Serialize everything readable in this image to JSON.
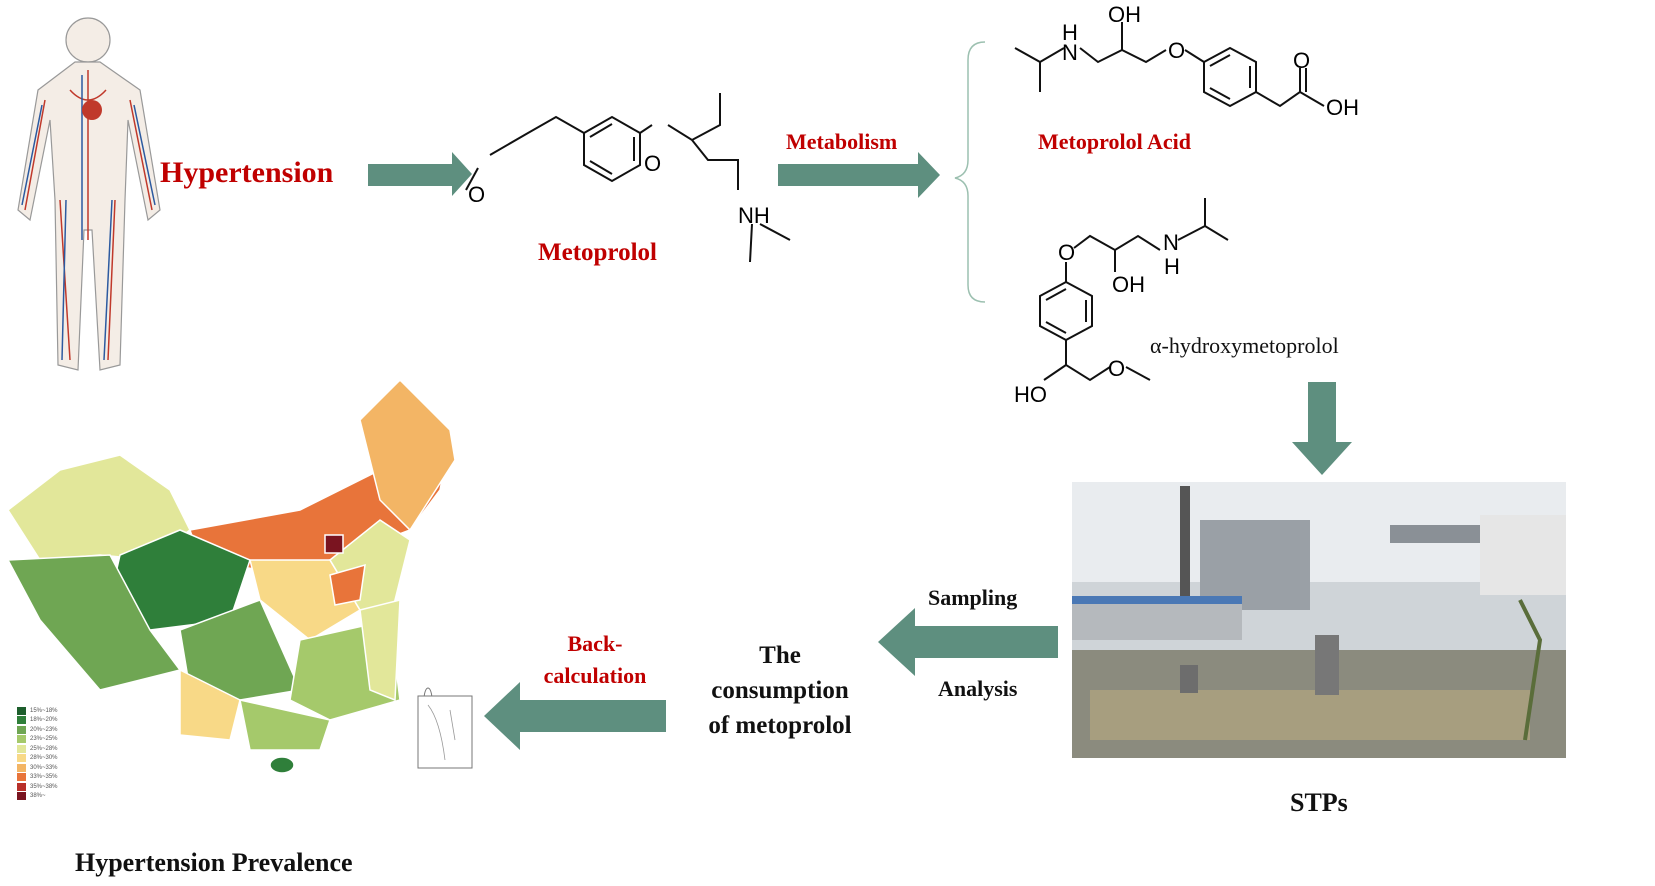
{
  "labels": {
    "hypertension": "Hypertension",
    "metoprolol": "Metoprolol",
    "metabolism": "Metabolism",
    "metoprolol_acid": "Metoprolol Acid",
    "alpha_hydroxy": "α-hydroxymetoprolol",
    "sampling": "Sampling",
    "analysis": "Analysis",
    "consumption": [
      "The",
      "consumption",
      "of metoprolol"
    ],
    "back_calculation": [
      "Back-",
      "calculation"
    ],
    "stps": "STPs",
    "prevalence": "Hypertension Prevalence"
  },
  "atoms": {
    "O": "O",
    "NH": "NH",
    "H": "H",
    "N": "N",
    "OH": "OH",
    "HO": "HO"
  },
  "legend": [
    {
      "label": "15%~18%",
      "color": "#1d5e2c"
    },
    {
      "label": "18%~20%",
      "color": "#2f7f3a"
    },
    {
      "label": "20%~23%",
      "color": "#6fa653"
    },
    {
      "label": "23%~25%",
      "color": "#a5c96b"
    },
    {
      "label": "25%~28%",
      "color": "#e2e79a"
    },
    {
      "label": "28%~30%",
      "color": "#f8d987"
    },
    {
      "label": "30%~33%",
      "color": "#f3b565"
    },
    {
      "label": "33%~35%",
      "color": "#e8743a"
    },
    {
      "label": "35%~38%",
      "color": "#b8302a"
    },
    {
      "label": "38%~",
      "color": "#7a1420"
    }
  ],
  "colors": {
    "arrow": "#5e8f7f",
    "accent_red": "#c00000"
  }
}
